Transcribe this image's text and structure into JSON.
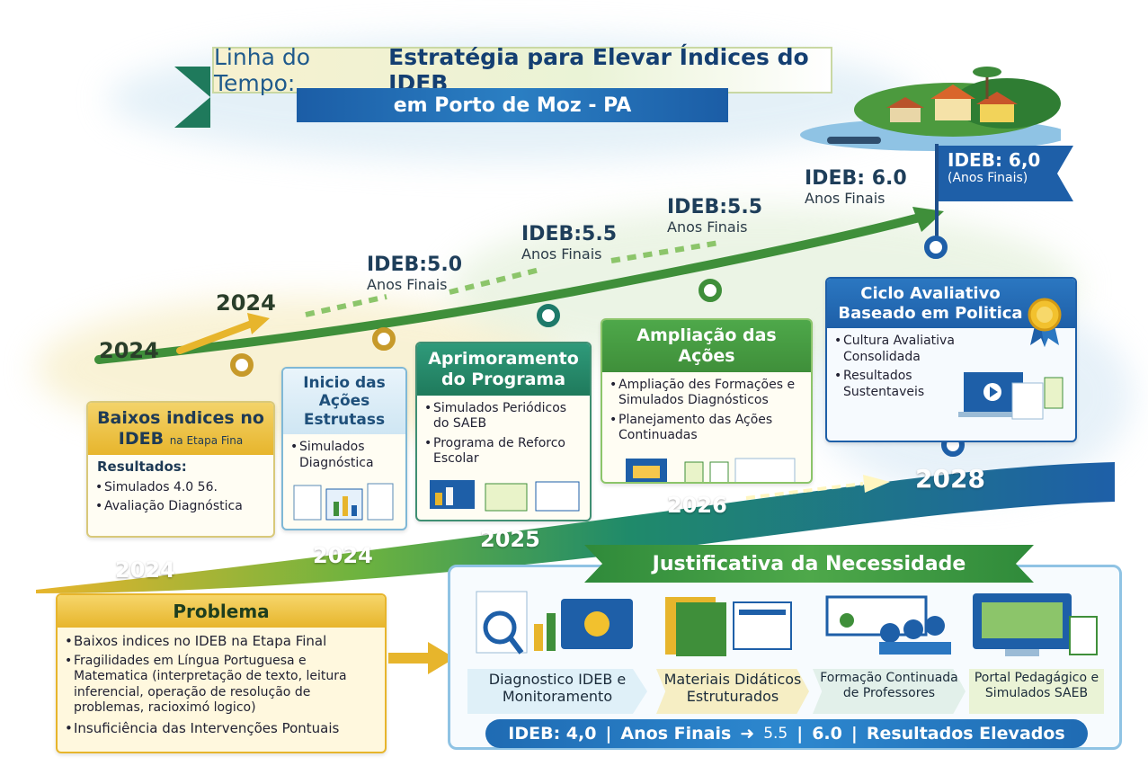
{
  "title": {
    "line1_prefix": "Linha do Tempo:",
    "line1_main": "Estratégia para Elevar Índices do IDEB",
    "line2": "em Porto de Moz - PA"
  },
  "goals": [
    {
      "label": "IDEB:5.0",
      "sub": "Anos Finais"
    },
    {
      "label": "IDEB:5.5",
      "sub": "Anos Finais"
    },
    {
      "label": "IDEB:5.5",
      "sub": "Anos Finais"
    },
    {
      "label": "IDEB: 6.0",
      "sub": "Anos Finais"
    }
  ],
  "final_flag": {
    "label": "IDEB: 6,0",
    "sub": "(Anos Finais)"
  },
  "upper_years": [
    "2024",
    "2024"
  ],
  "phases": [
    {
      "title": "Baixos indices no IDEB",
      "title_suffix": "na Etapa Fina",
      "results_label": "Resultados:",
      "items": [
        "Simulados 4.0 56.",
        "Avaliação Diagnóstica"
      ]
    },
    {
      "title": "Inicio das Ações Estrutass",
      "items": [
        "Simulados Diagnóstica"
      ]
    },
    {
      "title": "Aprimoramento do Programa",
      "items": [
        "Simulados Periódicos do SAEB",
        "Programa de Reforco Escolar"
      ]
    },
    {
      "title": "Ampliação das Ações",
      "items": [
        "Ampliação des Formações e Simulados Diagnósticos",
        "Planejamento das Ações Continuadas"
      ]
    },
    {
      "title": "Ciclo Avaliativo Baseado em Politica",
      "items": [
        "Cultura Avaliativa Consolidada",
        "Resultados Sustentaveis"
      ]
    }
  ],
  "road_years": [
    "2024",
    "2024",
    "2025",
    "2026",
    "2028"
  ],
  "problem": {
    "title": "Problema",
    "items": [
      "Baixos indices no IDEB na Etapa Final",
      "Fragilidades em Língua Portuguesa e Matematica (interpretação de texto, leitura inferencial, operação de resolução de problemas, racioximó logico)",
      "Insuficiência das Intervenções Pontuais"
    ]
  },
  "justification": {
    "title": "Justificativa da Necessidade",
    "items": [
      "Diagnostico IDEB e Monitoramento",
      "Materiais Didáticos Estruturados",
      "Formação Continuada de Professores",
      "Portal Pedagágico e Simulados SAEB"
    ]
  },
  "bottom_bar": {
    "part1": "IDEB: 4,0",
    "part2": "Anos Finais",
    "part3": "5.5",
    "part4": "6.0",
    "part5": "Resultados Elevados"
  },
  "colors": {
    "gold": "#e7b52c",
    "green": "#3f8f3a",
    "blue": "#1e5fa8",
    "teal": "#1f7a5c"
  }
}
